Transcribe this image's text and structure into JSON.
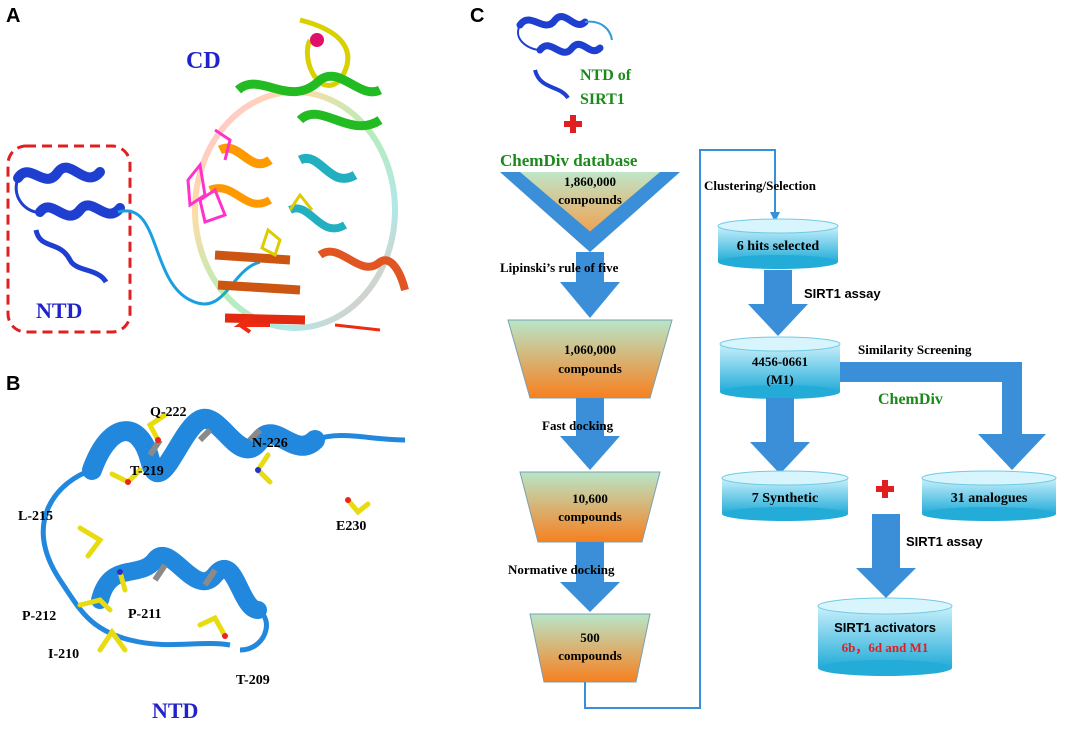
{
  "panels": {
    "a": {
      "letter": "A",
      "cd_label": "CD",
      "ntd_label": "NTD"
    },
    "b": {
      "letter": "B",
      "residues": [
        "Q-222",
        "N-226",
        "T-219",
        "L-215",
        "E230",
        "P-212",
        "P-211",
        "I-210",
        "T-209"
      ],
      "ntd_label": "NTD"
    },
    "c": {
      "letter": "C",
      "ntd_of": "NTD of",
      "sirt1": "SIRT1",
      "database": "ChemDiv  database",
      "funnel": {
        "top": [
          "1,860,000",
          "compounds"
        ],
        "step1": "Lipinski’s rule of five",
        "box2": [
          "1,060,000",
          "compounds"
        ],
        "step2": "Fast docking",
        "box3": [
          "10,600",
          "compounds"
        ],
        "step3": "Normative docking",
        "box4": [
          "500",
          "compounds"
        ]
      },
      "right": {
        "clustering": "Clustering/Selection",
        "hits": "6 hits selected",
        "assay1": "SIRT1  assay",
        "m1_line1": "4456-0661",
        "m1_line2": "(M1)",
        "similarity": "Similarity Screening",
        "chemdiv": "ChemDiv",
        "synthetic": "7 Synthetic",
        "analogues": "31 analogues",
        "assay2": "SIRT1 assay",
        "activators": "SIRT1 activators",
        "activators_names": "6b，6d and M1"
      }
    }
  },
  "colors": {
    "arrow": "#3b8fd8",
    "cyl": "#2fb8e0",
    "green": "#1a8a1a",
    "red": "#e02020",
    "blue": "#2222cc"
  }
}
